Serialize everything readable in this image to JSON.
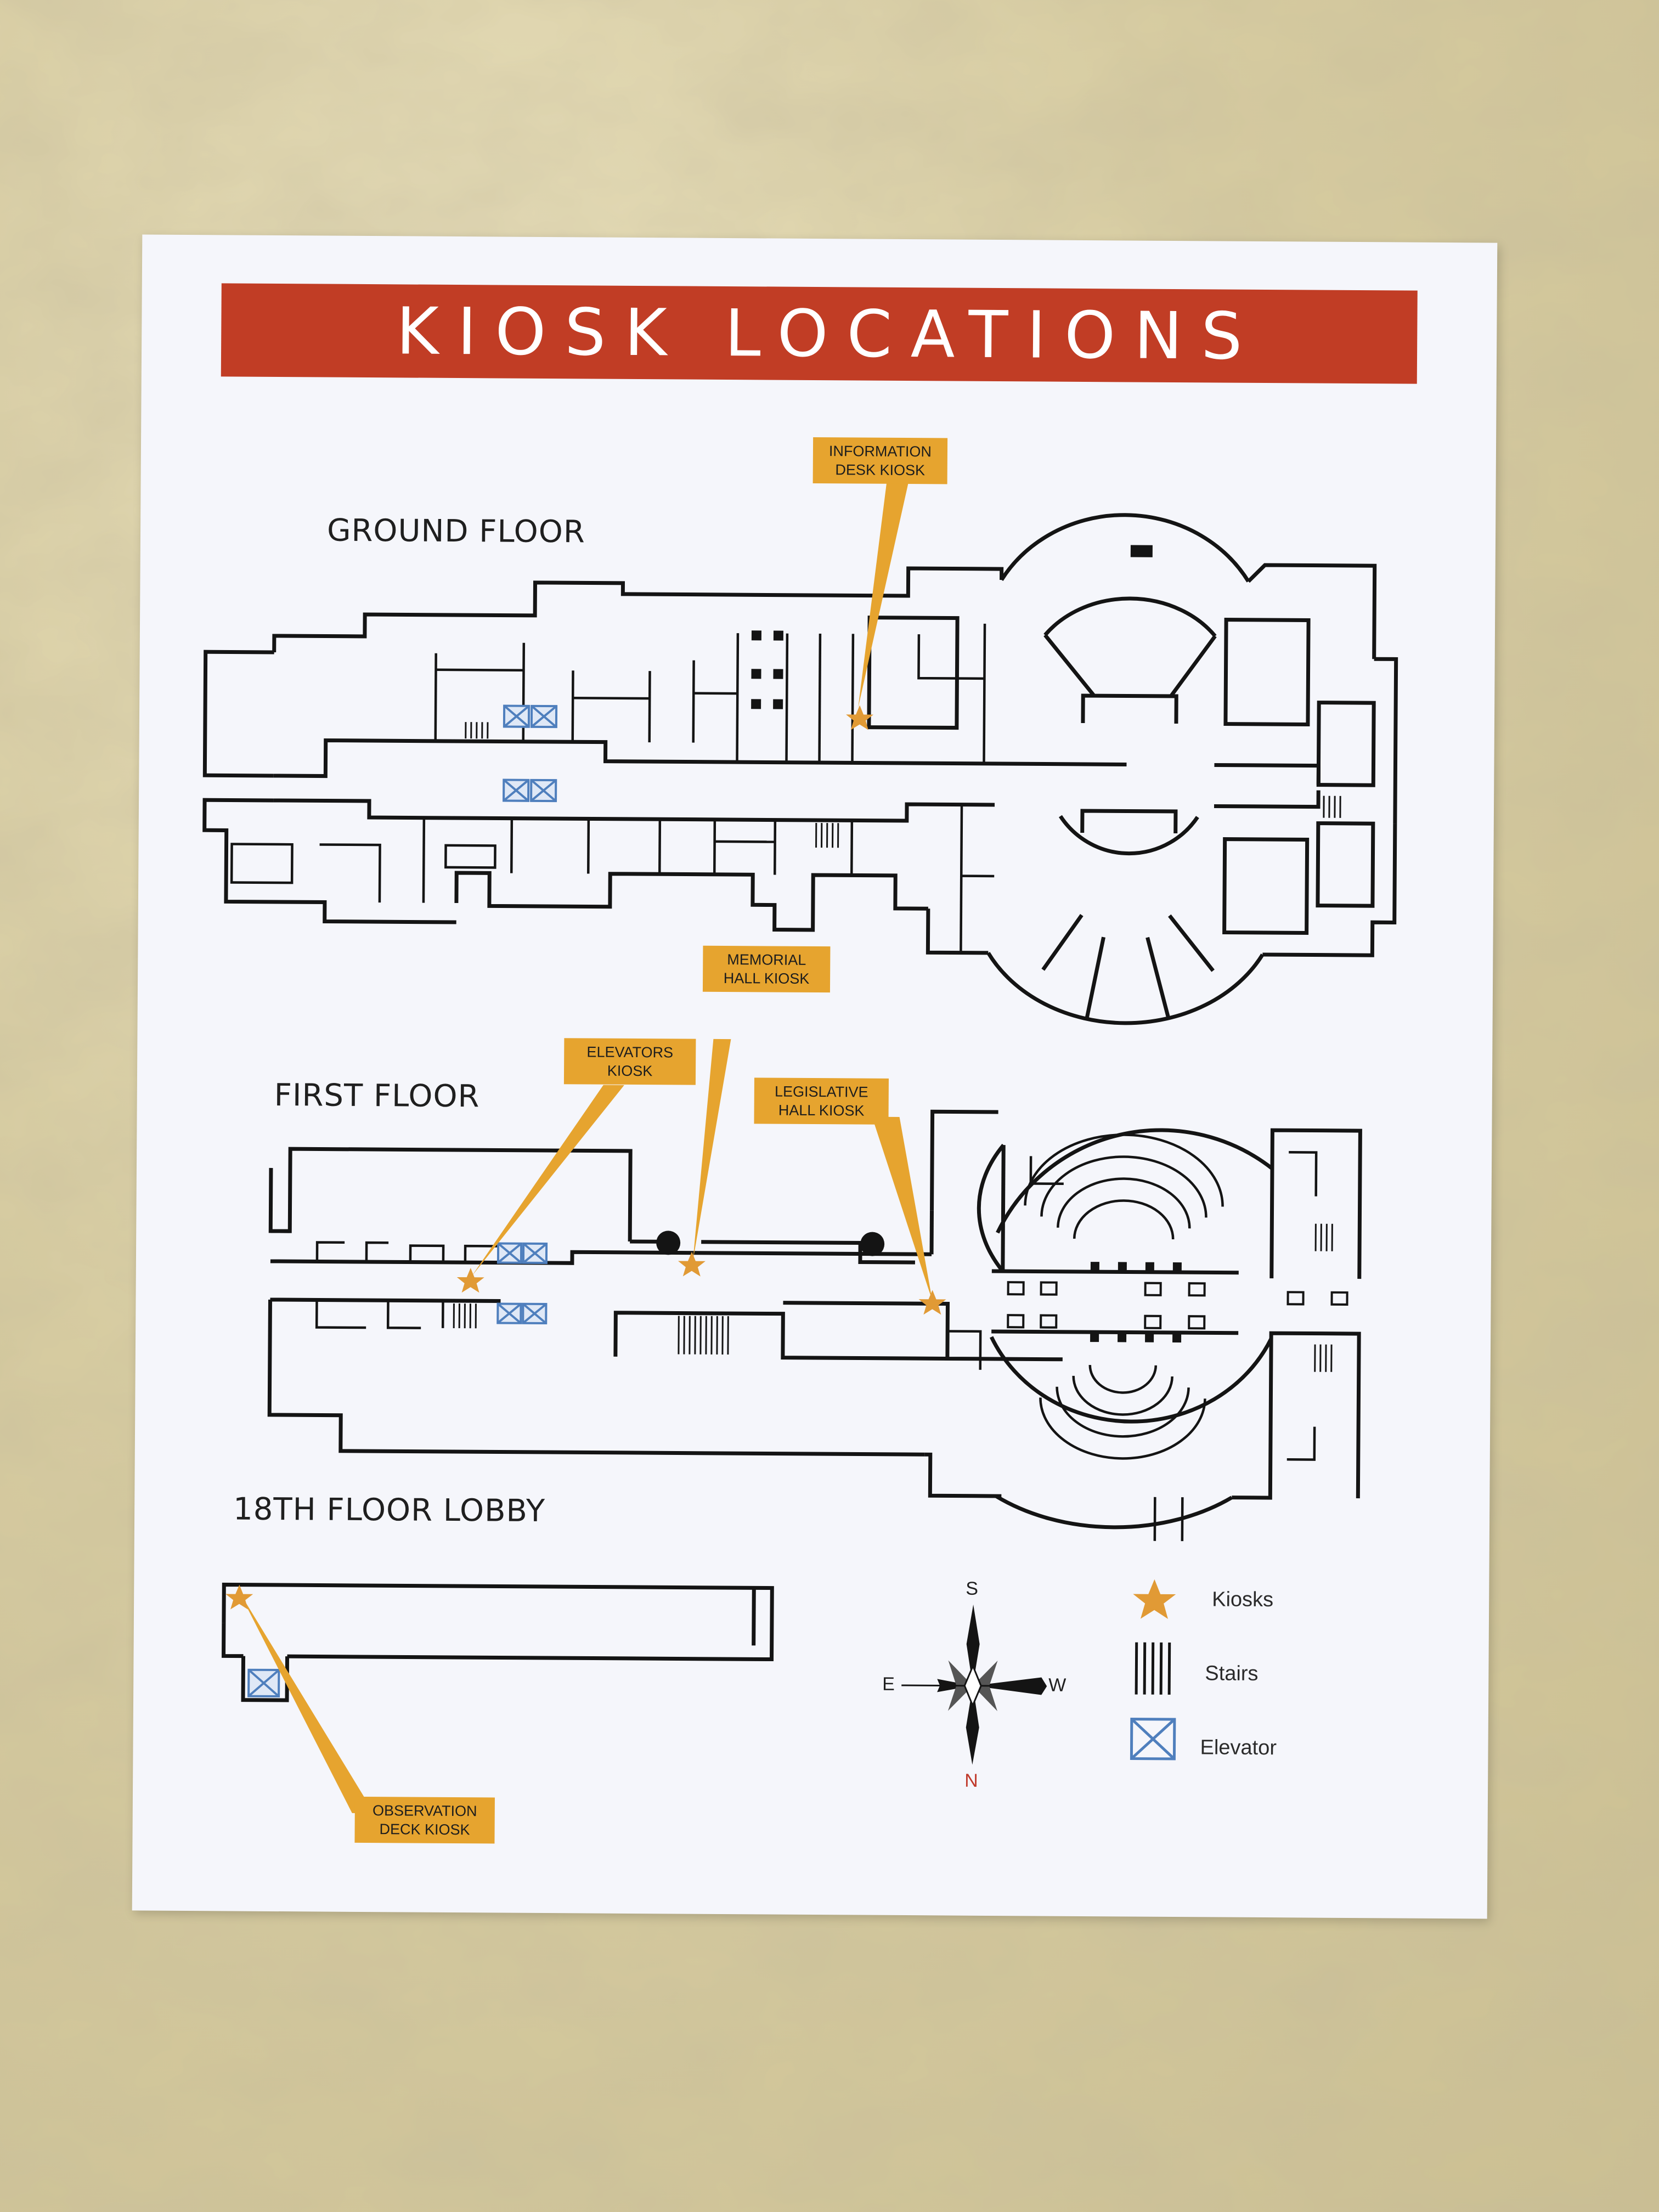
{
  "title": "KIOSK LOCATIONS",
  "floors": {
    "ground": "GROUND FLOOR",
    "first": "FIRST FLOOR",
    "lobby": "18TH FLOOR LOBBY"
  },
  "callouts": {
    "information_desk": [
      "INFORMATION",
      "DESK KIOSK"
    ],
    "memorial_hall": [
      "MEMORIAL",
      "HALL KIOSK"
    ],
    "elevators": [
      "ELEVATORS",
      "KIOSK"
    ],
    "legislative_hall": [
      "LEGISLATIVE",
      "HALL KIOSK"
    ],
    "observation_deck": [
      "OBSERVATION",
      "DECK KIOSK"
    ]
  },
  "compass": {
    "top": "S",
    "bottom": "N",
    "left": "E",
    "right": "W"
  },
  "legend": [
    {
      "symbol": "star-icon",
      "label": "Kiosks"
    },
    {
      "symbol": "stairs-icon",
      "label": "Stairs"
    },
    {
      "symbol": "elevator-icon",
      "label": "Elevator"
    }
  ],
  "colors": {
    "banner": "#c13d25",
    "callout": "#e6a42f",
    "kiosk_star": "#e19a35",
    "elevator": "#4f7fbd",
    "north": "#c0392b",
    "paper": "#f5f6fb"
  }
}
